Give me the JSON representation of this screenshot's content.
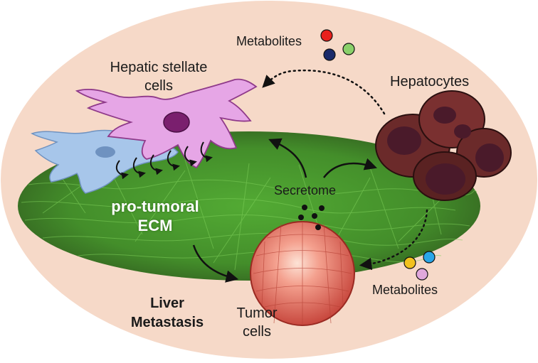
{
  "labels": {
    "metabolites_top": "Metabolites",
    "hepatic_stellate_line1": "Hepatic stellate",
    "hepatic_stellate_line2": "cells",
    "hepatocytes": "Hepatocytes",
    "secretome": "Secretome",
    "ecm_line1": "pro-tumoral",
    "ecm_line2": "ECM",
    "liver_line1": "Liver",
    "liver_line2": "Metastasis",
    "tumor_line1": "Tumor",
    "tumor_line2": "cells",
    "metabolites_bottom": "Metabolites"
  },
  "colors": {
    "background_ellipse": "#f6d9c8",
    "ecm_green": "#3f9a25",
    "stellate_pink": "#e6a6e6",
    "stellate_nucleus": "#7a1f6e",
    "blue_cell": "#a7c6ea",
    "hepatocyte_brown": "#6b2a2a",
    "hepatocyte_nucleus": "#4a1a2a",
    "tumor_red": "#e8786a",
    "metabolite_red": "#e8201c",
    "metabolite_navy": "#1a2a6a",
    "metabolite_green": "#8ad06a",
    "metabolite_yellow": "#f2c21e",
    "metabolite_cyan": "#2aa6e8",
    "metabolite_lilac": "#e0a8dc"
  }
}
